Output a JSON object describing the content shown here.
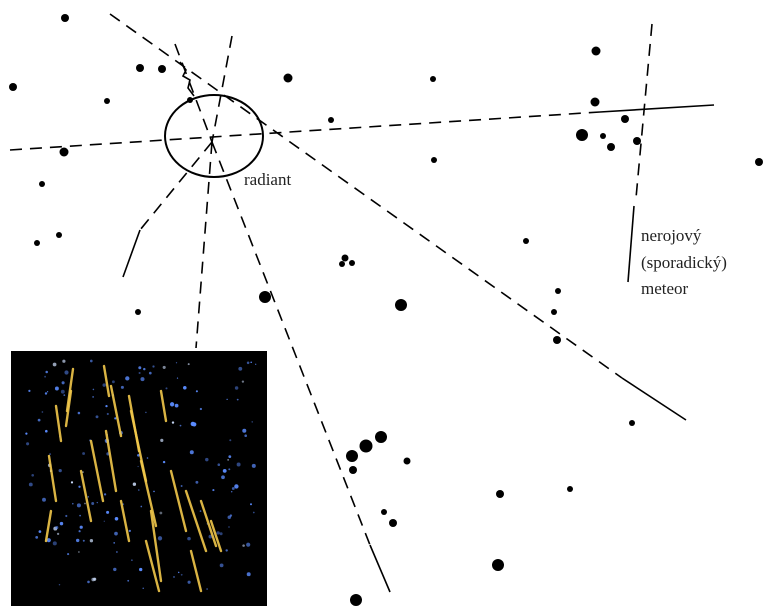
{
  "labels": {
    "radiant": "radiant",
    "sporadic_line1": "nerojový",
    "sporadic_line2": "(sporadický)",
    "sporadic_line3": "meteor"
  },
  "colors": {
    "background": "#ffffff",
    "ink": "#000000",
    "inset_background": "#000000",
    "meteor_trail": "#f2c84b",
    "inset_stars": "#5b8cff"
  }
}
